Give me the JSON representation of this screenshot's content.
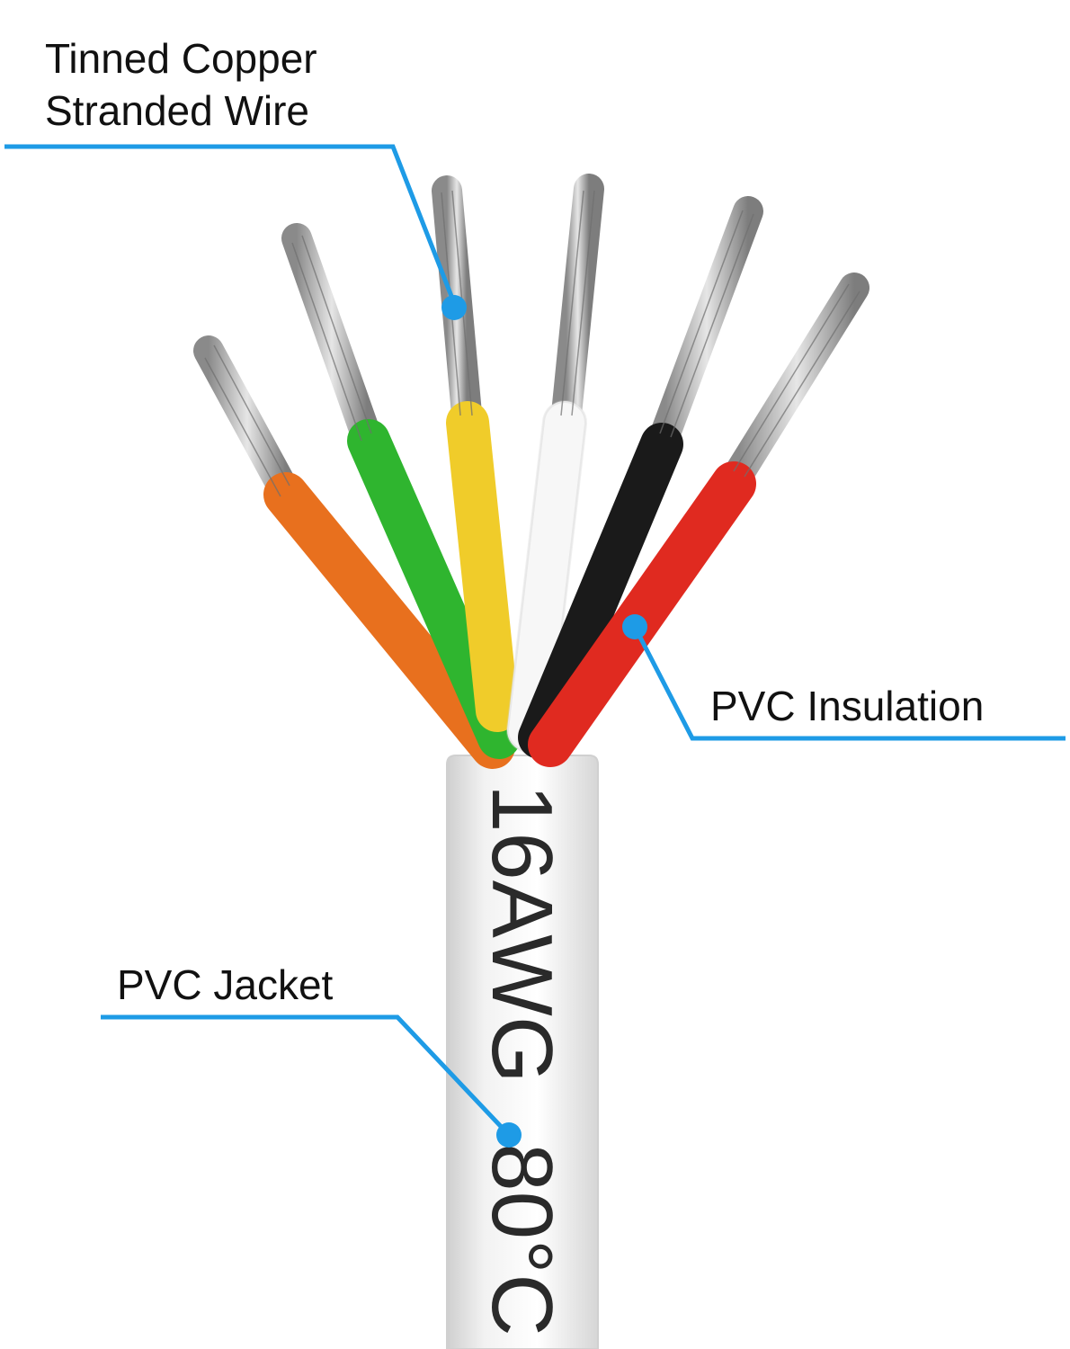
{
  "colors": {
    "leader": "#1e9be6",
    "background": "#ffffff",
    "jacket": "#ececec",
    "print": "#2a2a2a",
    "strands": "#a8a8a8"
  },
  "wires": [
    {
      "name": "orange",
      "color": "#e8701e"
    },
    {
      "name": "green",
      "color": "#2fb52f"
    },
    {
      "name": "yellow",
      "color": "#f0cc2a"
    },
    {
      "name": "white",
      "color": "#f3f3f3"
    },
    {
      "name": "black",
      "color": "#1a1a1a"
    },
    {
      "name": "red",
      "color": "#e02a20"
    }
  ],
  "callouts": {
    "tinned_copper": {
      "line1": "Tinned Copper",
      "line2": "Stranded Wire"
    },
    "pvc_insulation": {
      "text": "PVC Insulation"
    },
    "pvc_jacket": {
      "text": "PVC Jacket"
    }
  },
  "jacket_print": {
    "gauge": "16AWG",
    "temperature": "80°C"
  }
}
